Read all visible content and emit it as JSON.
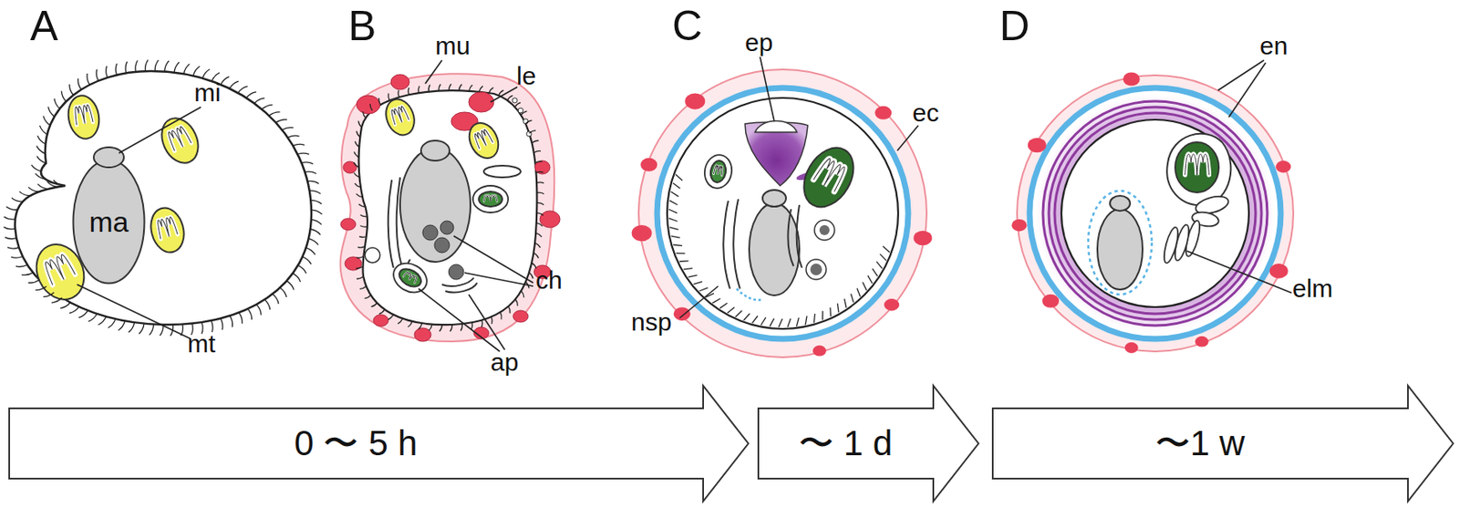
{
  "diagram": {
    "nodes": [
      {
        "text": [
          "ma"
        ]
      },
      {
        "text": [
          "0 〜 5 h"
        ]
      },
      {
        "text": [
          "〜 1 d"
        ]
      },
      {
        "text": [
          "〜1 w"
        ]
      }
    ],
    "labels": [
      "A",
      "mi",
      "mt",
      "B",
      "mu",
      "le",
      "ch",
      "ap",
      "C",
      "ep",
      "ec",
      "nsp",
      "D",
      "en",
      "elm"
    ]
  }
}
